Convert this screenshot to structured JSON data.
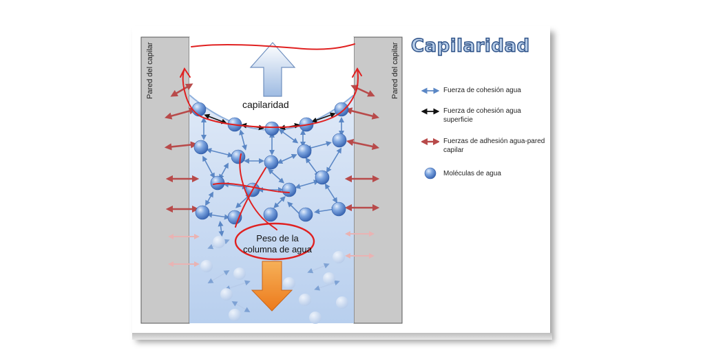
{
  "title": "Capilaridad",
  "wall_label": "Pared del capilar",
  "center": {
    "capilaridad_label": "capilaridad",
    "peso_line1": "Peso de la",
    "peso_line2": "columna de agua"
  },
  "legend": [
    {
      "symbol": "blue-arrow-icon",
      "text": "Fuerza de cohesión agua"
    },
    {
      "symbol": "black-arrow-icon",
      "text": "Fuerza de cohesión agua superficie"
    },
    {
      "symbol": "red-arrow-icon",
      "text": "Fuerzas de adhesión agua-pared capilar"
    },
    {
      "symbol": "water-molecule-icon",
      "text": "Moléculas de agua"
    }
  ],
  "colors": {
    "cohesion": "#5b87c5",
    "surface_cohesion": "#111111",
    "adhesion": "#b84a4a",
    "molecule": "#4f7fd0",
    "wall": "#c9c9c9",
    "water": "#c6d9f2",
    "up_arrow": "#a9c3e6",
    "down_arrow": "#f08a2a",
    "annotation": "#e02020"
  }
}
